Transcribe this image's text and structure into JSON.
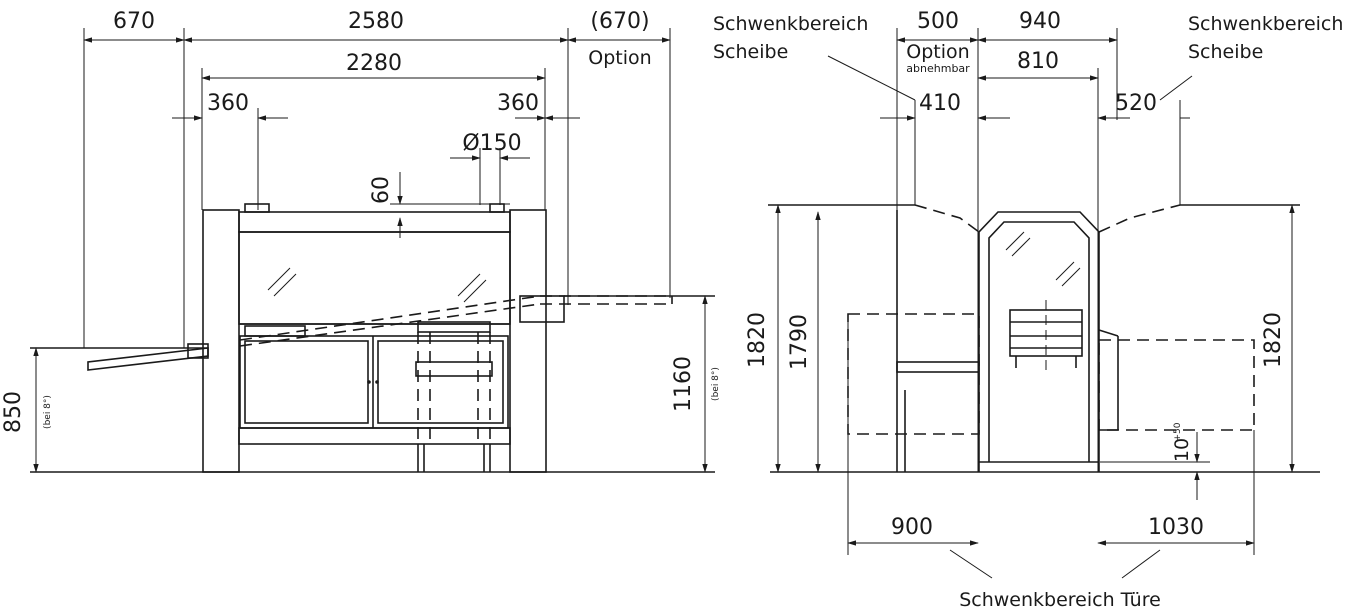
{
  "front_view": {
    "dims": {
      "w670_left": "670",
      "w2580": "2580",
      "w670_right": "(670)",
      "w670_right_note": "Option",
      "w2280": "2280",
      "w360_left": "360",
      "w360_right": "360",
      "d150": "Ø150",
      "h60": "60",
      "h850": "850",
      "h850_note": "(bei 8°)",
      "h1160": "1160",
      "h1160_note": "(bei 8°)"
    }
  },
  "side_view": {
    "label_swing_disc_left": [
      "Schwenkbereich",
      "Scheibe"
    ],
    "label_swing_disc_right": [
      "Schwenkbereich",
      "Scheibe"
    ],
    "label_swing_door": "Schwenkbereich Türe",
    "dims": {
      "w500": "500",
      "w500_note1": "Option",
      "w500_note2": "abnehmbar",
      "w940": "940",
      "w810": "810",
      "w410": "410",
      "w520": "520",
      "h1820_left": "1820",
      "h1790": "1790",
      "h1820_right": "1820",
      "h10": "10",
      "h10_tol": "+50",
      "w900": "900",
      "w1030": "1030"
    }
  }
}
